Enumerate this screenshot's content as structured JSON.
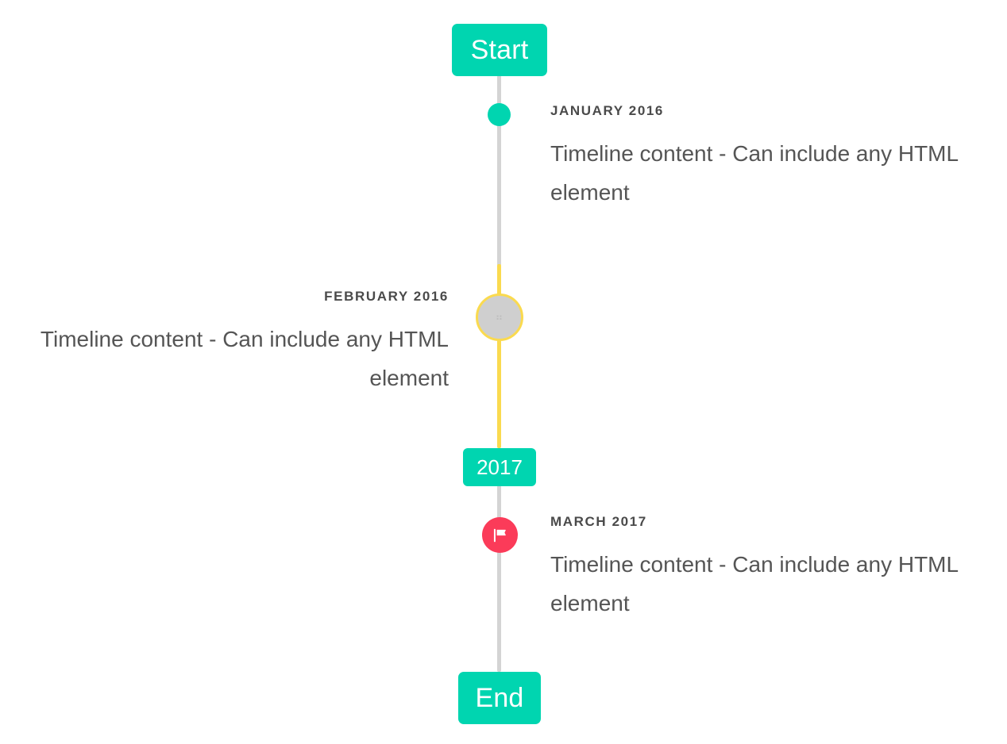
{
  "colors": {
    "accent_teal": "#00d5b0",
    "rail_grey": "#d4d4d4",
    "rail_yellow": "#fada4f",
    "marker_grey": "#cfcfcf",
    "flag_red": "#fb3b59",
    "date_text": "#4a4a4a",
    "body_text": "#555555",
    "background": "#ffffff"
  },
  "timeline": {
    "start_label": "Start",
    "end_label": "End",
    "year_divider": "2017",
    "entries": [
      {
        "date": "JANUARY 2016",
        "body": "Timeline content - Can include any HTML element",
        "side": "right",
        "marker": "dot-icon"
      },
      {
        "date": "FEBRUARY 2016",
        "body": "Timeline content - Can include any HTML element",
        "side": "left",
        "marker": "broken-image-icon",
        "marker_glyph": "⠶"
      },
      {
        "date": "MARCH 2017",
        "body": "Timeline content - Can include any HTML element",
        "side": "right",
        "marker": "flag-icon"
      }
    ]
  }
}
